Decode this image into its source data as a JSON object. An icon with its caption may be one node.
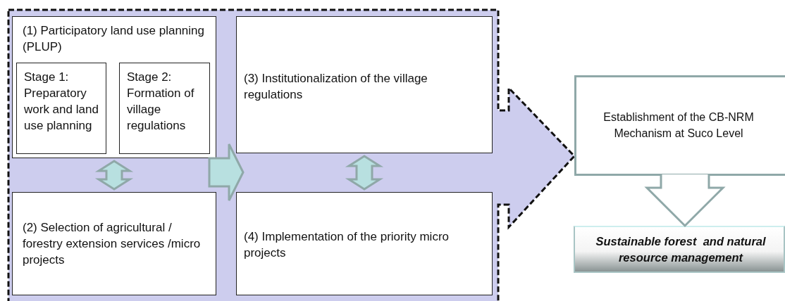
{
  "diagram": {
    "nodes": [
      {
        "text": [],
        "shape": "arrow"
      },
      {
        "text": [
          "(1) Participatory land use planning (PLUP)"
        ],
        "in": 0
      },
      {
        "text": [
          "Stage 1: Preparatory work and land use planning"
        ],
        "in": 1
      },
      {
        "text": [
          "Stage 2: Formation of village regulations"
        ],
        "in": 1
      },
      {
        "text": [
          "(3) Institutionalization of the village regulations"
        ],
        "in": 0
      },
      {
        "text": [
          "(2) Selection of agricultural / forestry extension services /micro projects"
        ],
        "in": 0
      },
      {
        "text": [
          "(4) Implementation of the priority micro projects"
        ],
        "in": 0
      },
      {
        "text": [
          "Establishment of the CB-NRM Mechanism at Suco Level"
        ]
      },
      {
        "text": [
          "Sustainable forest  and natural resource management"
        ]
      }
    ],
    "edges": [
      {
        "from": 1,
        "to": 5,
        "arrow": "both"
      },
      {
        "from": 1,
        "to": 4,
        "arrow": "to"
      },
      {
        "from": 4,
        "to": 6,
        "arrow": "both"
      },
      {
        "from": 7,
        "to": 8,
        "arrow": "to"
      }
    ]
  }
}
